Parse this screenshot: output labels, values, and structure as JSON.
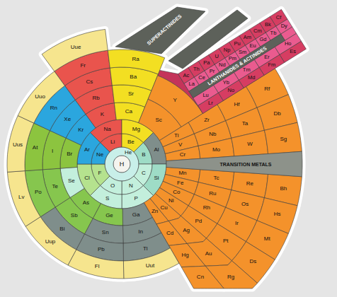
{
  "diagram": {
    "nodes": [
      {
        "text": [
          "H"
        ]
      },
      {
        "text": [
          "He"
        ]
      },
      {
        "text": [
          "Li"
        ]
      },
      {
        "text": [
          "Be"
        ]
      },
      {
        "text": [
          "B"
        ]
      },
      {
        "text": [
          "C"
        ]
      },
      {
        "text": [
          "N"
        ]
      },
      {
        "text": [
          "O"
        ]
      },
      {
        "text": [
          "F"
        ]
      },
      {
        "text": [
          "Ne"
        ]
      },
      {
        "text": [
          "Na"
        ]
      },
      {
        "text": [
          "Mg"
        ]
      },
      {
        "text": [
          "Al"
        ]
      },
      {
        "text": [
          "Si"
        ]
      },
      {
        "text": [
          "P"
        ]
      },
      {
        "text": [
          "S"
        ]
      },
      {
        "text": [
          "Cl"
        ]
      },
      {
        "text": [
          "Ar"
        ]
      },
      {
        "text": [
          "K"
        ]
      },
      {
        "text": [
          "Ca"
        ]
      },
      {
        "text": [
          "Ga"
        ]
      },
      {
        "text": [
          "Ge"
        ]
      },
      {
        "text": [
          "As"
        ]
      },
      {
        "text": [
          "Se"
        ]
      },
      {
        "text": [
          "Br"
        ]
      },
      {
        "text": [
          "Kr"
        ]
      },
      {
        "text": [
          "Rb"
        ]
      },
      {
        "text": [
          "Sr"
        ]
      },
      {
        "text": [
          "In"
        ]
      },
      {
        "text": [
          "Sn"
        ]
      },
      {
        "text": [
          "Sb"
        ]
      },
      {
        "text": [
          "Te"
        ]
      },
      {
        "text": [
          "I"
        ]
      },
      {
        "text": [
          "Xe"
        ]
      },
      {
        "text": [
          "Cs"
        ]
      },
      {
        "text": [
          "Ba"
        ]
      },
      {
        "text": [
          "Tl"
        ]
      },
      {
        "text": [
          "Pb"
        ]
      },
      {
        "text": [
          "Bi"
        ]
      },
      {
        "text": [
          "Po"
        ]
      },
      {
        "text": [
          "At"
        ]
      },
      {
        "text": [
          "Rn"
        ]
      },
      {
        "text": [
          "Fr"
        ]
      },
      {
        "text": [
          "Ra"
        ]
      },
      {
        "text": [
          "Uut"
        ]
      },
      {
        "text": [
          "Fl"
        ]
      },
      {
        "text": [
          "Uup"
        ]
      },
      {
        "text": [
          "Lv"
        ]
      },
      {
        "text": [
          "Uus"
        ]
      },
      {
        "text": [
          "Uuo"
        ]
      },
      {
        "text": [
          "Uue"
        ]
      },
      {
        "text": [
          "Sc"
        ]
      },
      {
        "text": [
          "Y"
        ]
      },
      {
        "text": [
          "Ti"
        ]
      },
      {
        "text": [
          "V"
        ]
      },
      {
        "text": [
          "Cr"
        ]
      },
      {
        "text": [
          "Mn"
        ]
      },
      {
        "text": [
          "Fe"
        ]
      },
      {
        "text": [
          "Co"
        ]
      },
      {
        "text": [
          "Ni"
        ]
      },
      {
        "text": [
          "Cu"
        ]
      },
      {
        "text": [
          "Zn"
        ]
      },
      {
        "text": [
          "Zr"
        ]
      },
      {
        "text": [
          "Nb"
        ]
      },
      {
        "text": [
          "Mo"
        ]
      },
      {
        "text": [
          "Tc"
        ]
      },
      {
        "text": [
          "Ru"
        ]
      },
      {
        "text": [
          "Rh"
        ]
      },
      {
        "text": [
          "Pd"
        ]
      },
      {
        "text": [
          "Ag"
        ]
      },
      {
        "text": [
          "Cd"
        ]
      },
      {
        "text": [
          "Hf"
        ]
      },
      {
        "text": [
          "Ta"
        ]
      },
      {
        "text": [
          "W"
        ]
      },
      {
        "text": [
          "Re"
        ]
      },
      {
        "text": [
          "Os"
        ]
      },
      {
        "text": [
          "Ir"
        ]
      },
      {
        "text": [
          "Pt"
        ]
      },
      {
        "text": [
          "Au"
        ]
      },
      {
        "text": [
          "Hg"
        ]
      },
      {
        "text": [
          "Rf"
        ]
      },
      {
        "text": [
          "Db"
        ]
      },
      {
        "text": [
          "Sg"
        ]
      },
      {
        "text": [
          "Bh"
        ]
      },
      {
        "text": [
          "Hs"
        ]
      },
      {
        "text": [
          "Mt"
        ]
      },
      {
        "text": [
          "Ds"
        ]
      },
      {
        "text": [
          "Rg"
        ]
      },
      {
        "text": [
          "Cn"
        ]
      },
      {
        "text": [
          "TRANSITION METALS"
        ]
      },
      {
        "text": [
          "La"
        ]
      },
      {
        "text": [
          "Ce"
        ]
      },
      {
        "text": [
          "Pr"
        ]
      },
      {
        "text": [
          "Nd"
        ]
      },
      {
        "text": [
          "Pm"
        ]
      },
      {
        "text": [
          "Sm"
        ]
      },
      {
        "text": [
          "Eu"
        ]
      },
      {
        "text": [
          "Gd"
        ]
      },
      {
        "text": [
          "Tb"
        ]
      },
      {
        "text": [
          "Dy"
        ]
      },
      {
        "text": [
          "Ho"
        ]
      },
      {
        "text": [
          "Er"
        ]
      },
      {
        "text": [
          "Tm"
        ]
      },
      {
        "text": [
          "Yb"
        ]
      },
      {
        "text": [
          "Lu"
        ]
      },
      {
        "text": [
          "Ac"
        ]
      },
      {
        "text": [
          "Th"
        ]
      },
      {
        "text": [
          "Pa"
        ]
      },
      {
        "text": [
          "U"
        ]
      },
      {
        "text": [
          "Np"
        ]
      },
      {
        "text": [
          "Pu"
        ]
      },
      {
        "text": [
          "Am"
        ]
      },
      {
        "text": [
          "Cm"
        ]
      },
      {
        "text": [
          "Bk"
        ]
      },
      {
        "text": [
          "Cf"
        ]
      },
      {
        "text": [
          "Es"
        ]
      },
      {
        "text": [
          "Fm"
        ]
      },
      {
        "text": [
          "Md"
        ]
      },
      {
        "text": [
          "No"
        ]
      },
      {
        "text": [
          "Lr"
        ]
      },
      {
        "text": [
          "LANTHANIDES & ACTINIDES"
        ]
      },
      {
        "text": [
          "SUPERACTINIDES"
        ]
      }
    ]
  }
}
